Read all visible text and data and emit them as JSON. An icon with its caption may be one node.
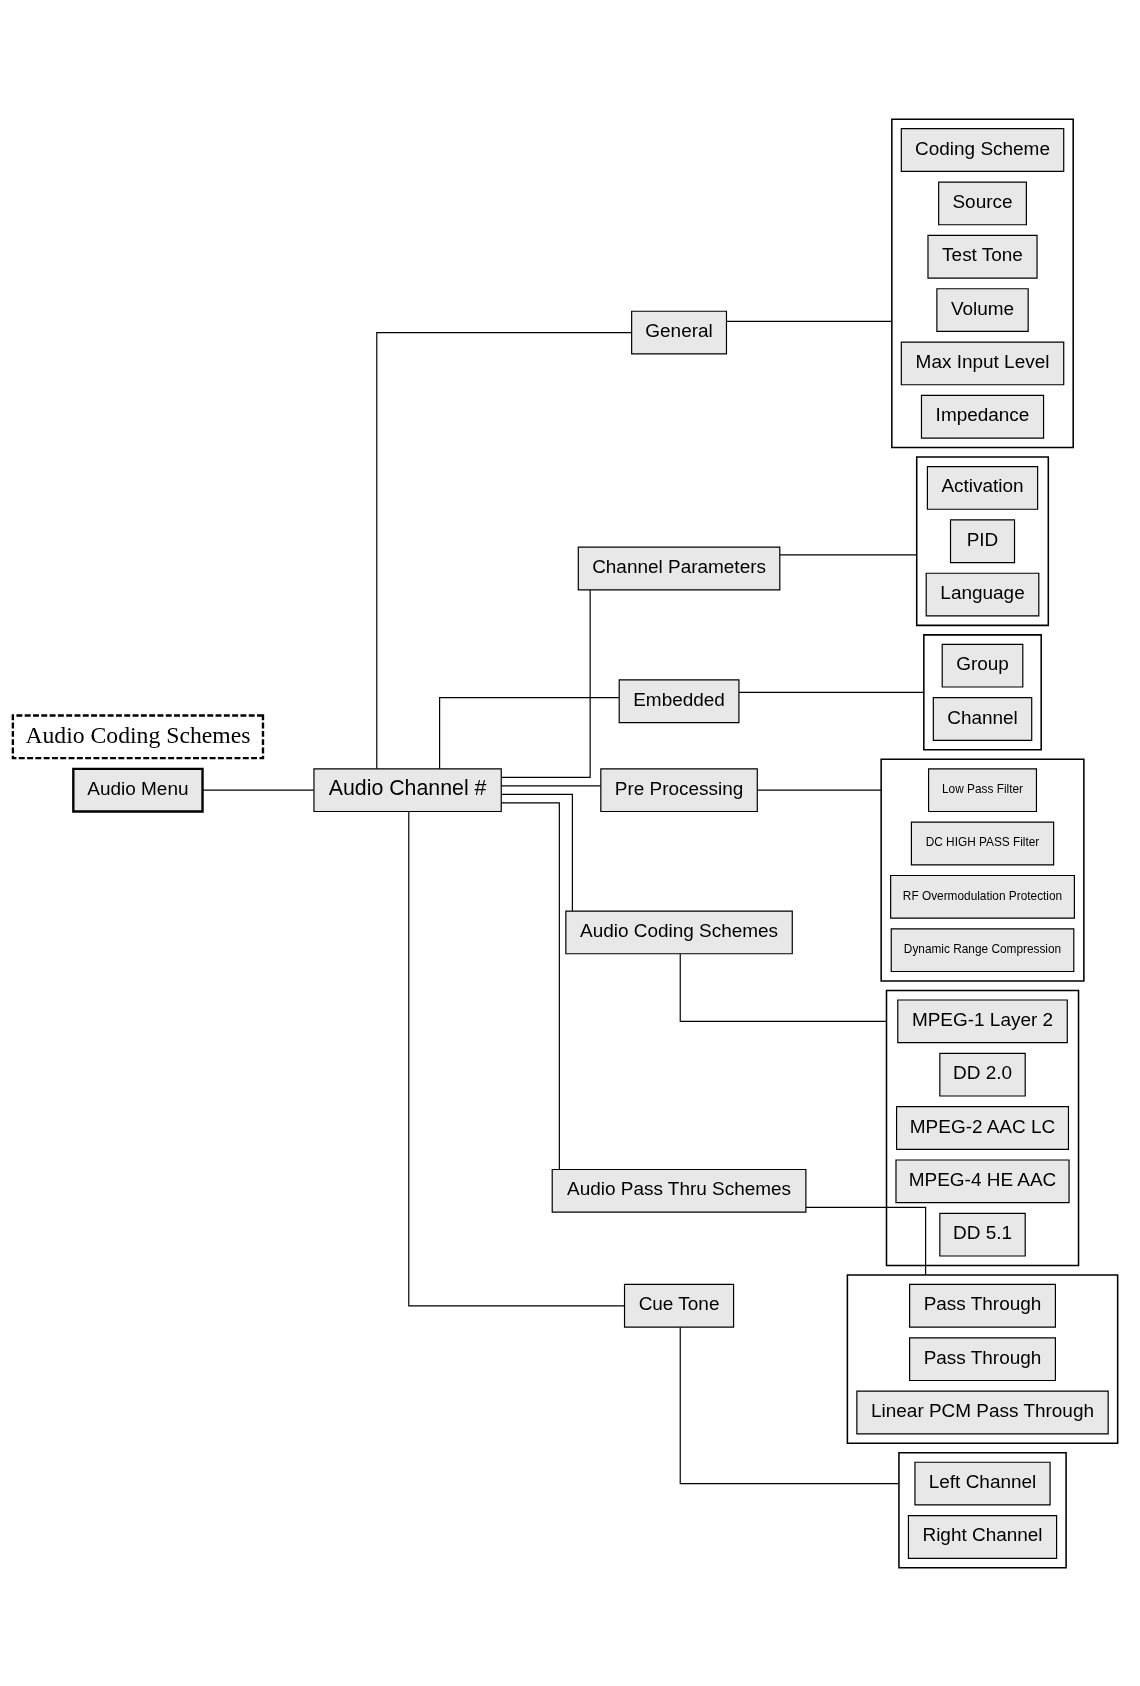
{
  "diagram": {
    "nodes": [
      {
        "text": [
          "Audio Menu"
        ]
      },
      {
        "text": [
          "Audio Channel #"
        ]
      },
      {
        "text": [
          "General"
        ]
      },
      {
        "text": [],
        "shape": "box"
      },
      {
        "text": [
          "Coding Scheme"
        ],
        "in": 3
      },
      {
        "text": [
          "Source"
        ],
        "in": 3
      },
      {
        "text": [
          "Test Tone"
        ],
        "in": 3
      },
      {
        "text": [
          "Volume"
        ],
        "in": 3
      },
      {
        "text": [
          "Max Input Level"
        ],
        "in": 3
      },
      {
        "text": [
          "Impedance"
        ],
        "in": 3
      },
      {
        "text": [
          "Channel Parameters"
        ]
      },
      {
        "text": [],
        "shape": "box"
      },
      {
        "text": [
          "Activation"
        ],
        "in": 11
      },
      {
        "text": [
          "PID"
        ],
        "in": 11
      },
      {
        "text": [
          "Language"
        ],
        "in": 11
      },
      {
        "text": [
          "Embedded"
        ]
      },
      {
        "text": [],
        "shape": "box"
      },
      {
        "text": [
          "Group"
        ],
        "in": 16
      },
      {
        "text": [
          "Channel"
        ],
        "in": 16
      },
      {
        "text": [
          "Pre Processing"
        ]
      },
      {
        "text": [],
        "shape": "box"
      },
      {
        "text": [
          "Low Pass Filter"
        ],
        "in": 20
      },
      {
        "text": [
          "DC HIGH PASS Filter"
        ],
        "in": 20
      },
      {
        "text": [
          "RF Overmodulation Protection"
        ],
        "in": 20
      },
      {
        "text": [
          "Dynamic Range Compression"
        ],
        "in": 20
      },
      {
        "text": [
          "Audio Coding Schemes"
        ]
      },
      {
        "text": [
          "Audio Coding Schemes"
        ]
      },
      {
        "text": [],
        "shape": "box"
      },
      {
        "text": [
          "MPEG-1 Layer 2"
        ],
        "in": 27
      },
      {
        "text": [
          "DD 2.0"
        ],
        "in": 27
      },
      {
        "text": [
          "MPEG-2 AAC LC"
        ],
        "in": 27
      },
      {
        "text": [
          "MPEG-4 HE AAC"
        ],
        "in": 27
      },
      {
        "text": [
          "DD 5.1"
        ],
        "in": 27
      },
      {
        "text": [
          "Audio Pass Thru Schemes"
        ]
      },
      {
        "text": [],
        "shape": "box"
      },
      {
        "text": [
          "Pass Through"
        ],
        "in": 34
      },
      {
        "text": [
          "Pass Through"
        ],
        "in": 34
      },
      {
        "text": [
          "Linear PCM Pass Through"
        ],
        "in": 34
      },
      {
        "text": [
          "Cue Tone"
        ]
      },
      {
        "text": [],
        "shape": "box"
      },
      {
        "text": [
          "Left Channel"
        ],
        "in": 39
      },
      {
        "text": [
          "Right Channel"
        ],
        "in": 39
      }
    ],
    "edges": [
      {
        "from": 0,
        "to": 1,
        "arrow": "none"
      },
      {
        "from": 1,
        "to": 2,
        "arrow": "none"
      },
      {
        "from": 1,
        "to": 10,
        "arrow": "none"
      },
      {
        "from": 1,
        "to": 15,
        "arrow": "none"
      },
      {
        "from": 1,
        "to": 19,
        "arrow": "none"
      },
      {
        "from": 1,
        "to": 26,
        "arrow": "none"
      },
      {
        "from": 1,
        "to": 33,
        "arrow": "none"
      },
      {
        "from": 1,
        "to": 38,
        "arrow": "none"
      },
      {
        "from": 2,
        "to": 3,
        "arrow": "none"
      },
      {
        "from": 10,
        "to": 11,
        "arrow": "none"
      },
      {
        "from": 15,
        "to": 16,
        "arrow": "none"
      },
      {
        "from": 19,
        "to": 20,
        "arrow": "none"
      },
      {
        "from": 26,
        "to": 27,
        "arrow": "none"
      },
      {
        "from": 33,
        "to": 34,
        "arrow": "none"
      },
      {
        "from": 38,
        "to": 39,
        "arrow": "none"
      }
    ]
  }
}
